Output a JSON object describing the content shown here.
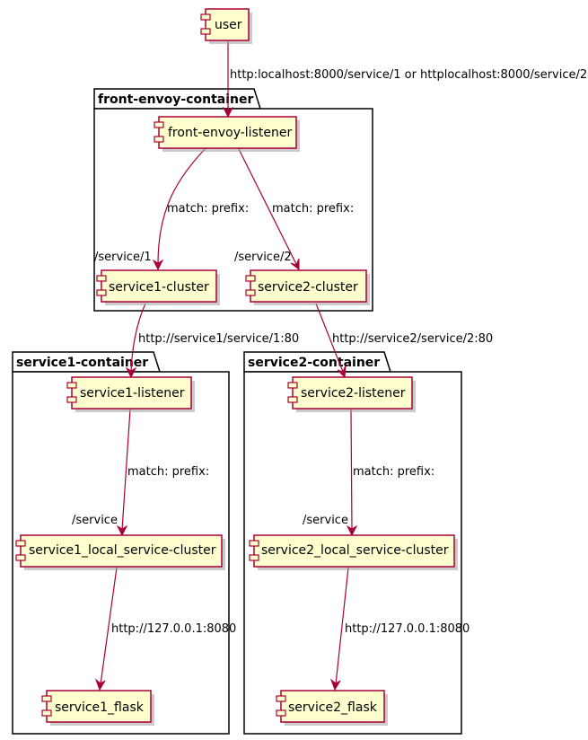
{
  "packages": {
    "front_envoy": "front-envoy-container",
    "service1": "service1-container",
    "service2": "service2-container"
  },
  "components": {
    "user": "user",
    "front_envoy_listener": "front-envoy-listener",
    "service1_cluster": "service1-cluster",
    "service2_cluster": "service2-cluster",
    "service1_listener": "service1-listener",
    "service2_listener": "service2-listener",
    "service1_local": "service1_local_service-cluster",
    "service2_local": "service2_local_service-cluster",
    "service1_flask": "service1_flask",
    "service2_flask": "service2_flask"
  },
  "edges": {
    "user_to_front": "http:localhost:8000/service/1 or httplocalhost:8000/service/2",
    "front_to_s1_label": "match: prefix:",
    "front_to_s1_tail": "/service/1",
    "front_to_s2_label": "match: prefix:",
    "front_to_s2_tail": "/service/2",
    "s1cluster_to_s1listener": "http://service1/service/1:80",
    "s2cluster_to_s2listener": "http://service2/service/2:80",
    "s1listener_label": "match: prefix:",
    "s1listener_tail": "/service",
    "s2listener_label": "match: prefix:",
    "s2listener_tail": "/service",
    "s1local_to_flask": "http://127.0.0.1:8080",
    "s2local_to_flask": "http://127.0.0.1:8080"
  },
  "colors": {
    "component_fill": "#FEFECE",
    "component_border": "#A80036",
    "arrow": "#A80036",
    "package_border": "#000000"
  }
}
